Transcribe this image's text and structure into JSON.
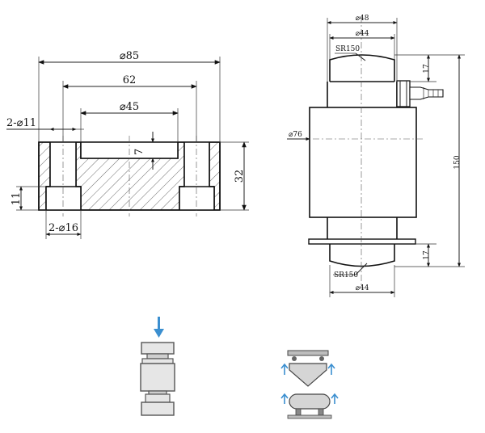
{
  "flange_drawing": {
    "dim_outer_diameter": "⌀85",
    "dim_bolt_spacing": "62",
    "dim_recess_diameter": "⌀45",
    "dim_recess_depth": "7",
    "dim_height": "32",
    "dim_through_holes": "2-⌀11",
    "dim_counterbore": "2-⌀16",
    "dim_counterbore_depth": "11"
  },
  "sensor_drawing": {
    "dim_top_width": "⌀48",
    "dim_top_dome": "⌀44",
    "dim_top_radius": "SR150",
    "dim_top_height": "17",
    "dim_body_diameter": "⌀76",
    "dim_total_height": "150",
    "dim_bottom_height": "17",
    "dim_bottom_radius": "SR150",
    "dim_bottom_dome": "⌀44"
  },
  "colors": {
    "arrow": "#3b8fd0",
    "hatch": "#444444",
    "part_fill": "#e6e6e6",
    "part_dark": "#555555"
  },
  "icons": {
    "load_arrow": "down-arrow-icon",
    "mount_example": "hopper-tank-icon"
  }
}
